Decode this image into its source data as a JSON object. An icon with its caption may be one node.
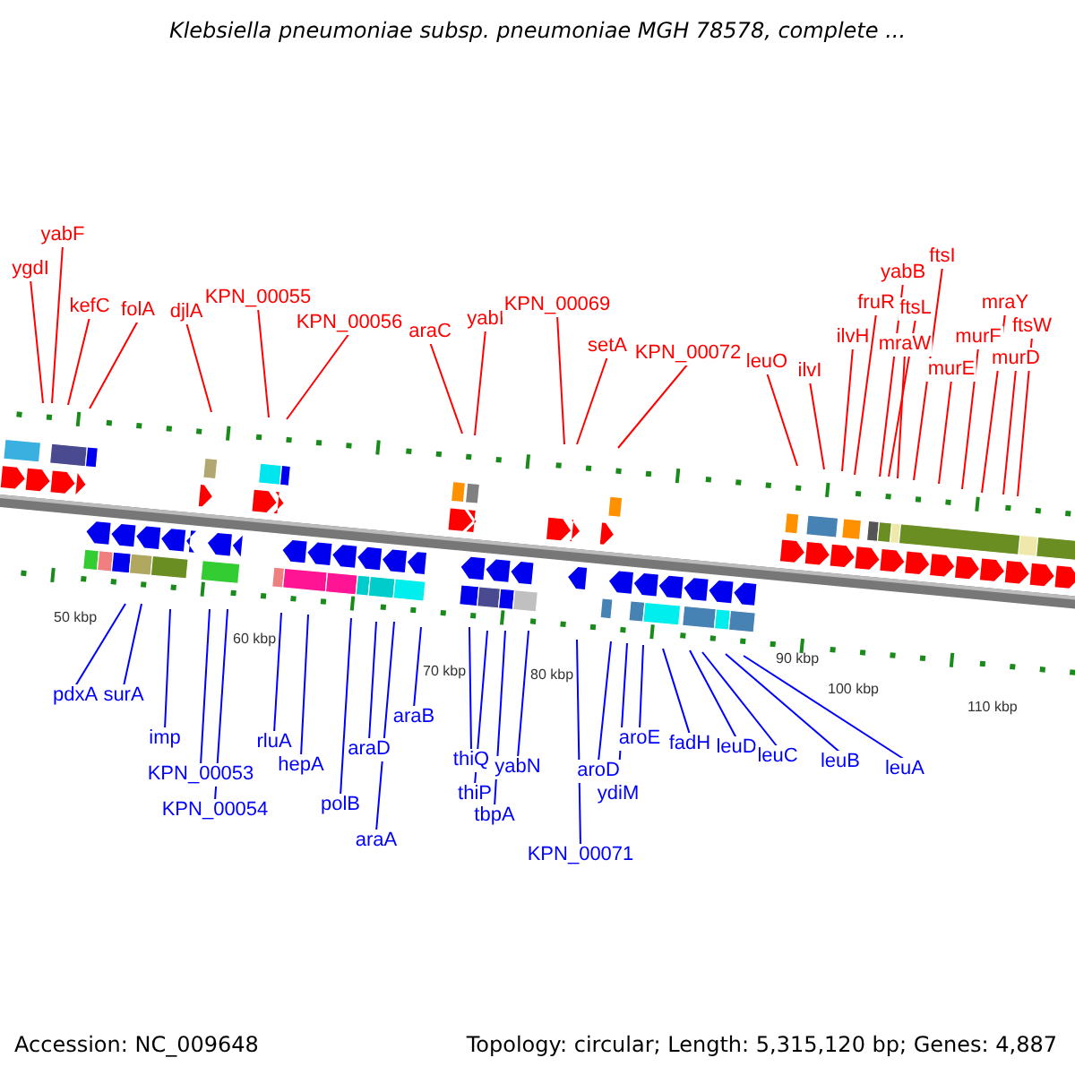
{
  "diagram": {
    "title": "Klebsiella pneumoniae subsp. pneumoniae MGH 78578, complete ...",
    "nodes": [
      {
        "text": [
          "yabF"
        ]
      },
      {
        "text": [
          "ygdI"
        ]
      },
      {
        "text": [
          "kefC"
        ]
      },
      {
        "text": [
          "folA"
        ]
      },
      {
        "text": [
          "djlA"
        ]
      },
      {
        "text": [
          "KPN_00055"
        ]
      },
      {
        "text": [
          "KPN_00056"
        ]
      },
      {
        "text": [
          "araC"
        ]
      },
      {
        "text": [
          "yabI"
        ]
      },
      {
        "text": [
          "KPN_00069"
        ]
      },
      {
        "text": [
          "setA"
        ]
      },
      {
        "text": [
          "KPN_00072"
        ]
      },
      {
        "text": [
          "leuO"
        ]
      },
      {
        "text": [
          "ilvI"
        ]
      },
      {
        "text": [
          "ilvH"
        ]
      },
      {
        "text": [
          "fruR"
        ]
      },
      {
        "text": [
          "yabB"
        ]
      },
      {
        "text": [
          "ftsL"
        ]
      },
      {
        "text": [
          "mraW"
        ]
      },
      {
        "text": [
          "ftsI"
        ]
      },
      {
        "text": [
          "murE"
        ]
      },
      {
        "text": [
          "murF"
        ]
      },
      {
        "text": [
          "mraY"
        ]
      },
      {
        "text": [
          "murD"
        ]
      },
      {
        "text": [
          "ftsW"
        ]
      },
      {
        "text": [
          "pdxA"
        ]
      },
      {
        "text": [
          "surA"
        ]
      },
      {
        "text": [
          "imp"
        ]
      },
      {
        "text": [
          "KPN_00053"
        ]
      },
      {
        "text": [
          "KPN_00054"
        ]
      },
      {
        "text": [
          "rluA"
        ]
      },
      {
        "text": [
          "hepA"
        ]
      },
      {
        "text": [
          "polB"
        ]
      },
      {
        "text": [
          "araD"
        ]
      },
      {
        "text": [
          "araA"
        ]
      },
      {
        "text": [
          "araB"
        ]
      },
      {
        "text": [
          "thiQ"
        ]
      },
      {
        "text": [
          "thiP"
        ]
      },
      {
        "text": [
          "tbpA"
        ]
      },
      {
        "text": [
          "yabN"
        ]
      },
      {
        "text": [
          "KPN_00071"
        ]
      },
      {
        "text": [
          "aroD"
        ]
      },
      {
        "text": [
          "ydiM"
        ]
      },
      {
        "text": [
          "aroE"
        ]
      },
      {
        "text": [
          "fadH"
        ]
      },
      {
        "text": [
          "leuD"
        ]
      },
      {
        "text": [
          "leuC"
        ]
      },
      {
        "text": [
          "leuB"
        ]
      },
      {
        "text": [
          "leuA"
        ]
      }
    ],
    "edges": [
      {
        "from": 0,
        "to": null,
        "arrow": "none"
      },
      {
        "from": 1,
        "to": null,
        "arrow": "none"
      },
      {
        "from": 2,
        "to": null,
        "arrow": "none"
      },
      {
        "from": 3,
        "to": null,
        "arrow": "none"
      },
      {
        "from": 4,
        "to": null,
        "arrow": "none"
      },
      {
        "from": 5,
        "to": null,
        "arrow": "none"
      },
      {
        "from": 6,
        "to": null,
        "arrow": "none"
      },
      {
        "from": 7,
        "to": null,
        "arrow": "none"
      },
      {
        "from": 8,
        "to": null,
        "arrow": "none"
      },
      {
        "from": 9,
        "to": null,
        "arrow": "none"
      },
      {
        "from": 10,
        "to": null,
        "arrow": "none"
      },
      {
        "from": 11,
        "to": null,
        "arrow": "none"
      },
      {
        "from": 12,
        "to": null,
        "arrow": "none"
      },
      {
        "from": 13,
        "to": null,
        "arrow": "none"
      },
      {
        "from": 14,
        "to": null,
        "arrow": "none"
      },
      {
        "from": 15,
        "to": null,
        "arrow": "none"
      },
      {
        "from": 16,
        "to": null,
        "arrow": "none"
      },
      {
        "from": 17,
        "to": null,
        "arrow": "none"
      },
      {
        "from": 18,
        "to": null,
        "arrow": "none"
      },
      {
        "from": 19,
        "to": null,
        "arrow": "none"
      },
      {
        "from": 20,
        "to": null,
        "arrow": "none"
      },
      {
        "from": 21,
        "to": null,
        "arrow": "none"
      },
      {
        "from": 22,
        "to": null,
        "arrow": "none"
      },
      {
        "from": 23,
        "to": null,
        "arrow": "none"
      },
      {
        "from": 24,
        "to": null,
        "arrow": "none"
      },
      {
        "from": 25,
        "to": null,
        "arrow": "none",
        "color": "#0000ff"
      },
      {
        "from": 26,
        "to": null,
        "arrow": "none",
        "color": "#0000ff"
      },
      {
        "from": 27,
        "to": null,
        "arrow": "none",
        "color": "#0000ff"
      },
      {
        "from": 28,
        "to": null,
        "arrow": "none",
        "color": "#0000ff"
      },
      {
        "from": 29,
        "to": null,
        "arrow": "none",
        "color": "#0000ff"
      },
      {
        "from": 30,
        "to": null,
        "arrow": "none",
        "color": "#0000ff"
      },
      {
        "from": 31,
        "to": null,
        "arrow": "none",
        "color": "#0000ff"
      },
      {
        "from": 32,
        "to": null,
        "arrow": "none",
        "color": "#0000ff"
      },
      {
        "from": 33,
        "to": null,
        "arrow": "none",
        "color": "#0000ff"
      },
      {
        "from": 34,
        "to": null,
        "arrow": "none",
        "color": "#0000ff"
      },
      {
        "from": 35,
        "to": null,
        "arrow": "none",
        "color": "#0000ff"
      },
      {
        "from": 36,
        "to": null,
        "arrow": "none",
        "color": "#0000ff"
      },
      {
        "from": 37,
        "to": null,
        "arrow": "none",
        "color": "#0000ff"
      },
      {
        "from": 38,
        "to": null,
        "arrow": "none",
        "color": "#0000ff"
      },
      {
        "from": 39,
        "to": null,
        "arrow": "none",
        "color": "#0000ff"
      },
      {
        "from": 40,
        "to": null,
        "arrow": "none",
        "color": "#0000ff"
      },
      {
        "from": 41,
        "to": null,
        "arrow": "none",
        "color": "#0000ff"
      },
      {
        "from": 42,
        "to": null,
        "arrow": "none",
        "color": "#0000ff"
      },
      {
        "from": 43,
        "to": null,
        "arrow": "none",
        "color": "#0000ff"
      },
      {
        "from": 44,
        "to": null,
        "arrow": "none",
        "color": "#0000ff"
      },
      {
        "from": 45,
        "to": null,
        "arrow": "none",
        "color": "#0000ff"
      },
      {
        "from": 46,
        "to": null,
        "arrow": "none",
        "color": "#0000ff"
      },
      {
        "from": 47,
        "to": null,
        "arrow": "none",
        "color": "#0000ff"
      },
      {
        "from": 48,
        "to": null,
        "arrow": "none",
        "color": "#0000ff"
      }
    ],
    "labels": [
      "50 kbp",
      "60 kbp",
      "70 kbp",
      "80 kbp",
      "90 kbp",
      "100 kbp",
      "110 kbp",
      "Accession: NC_009648",
      "Topology: circular; Length: 5,315,120 bp; Genes: 4,887"
    ]
  }
}
